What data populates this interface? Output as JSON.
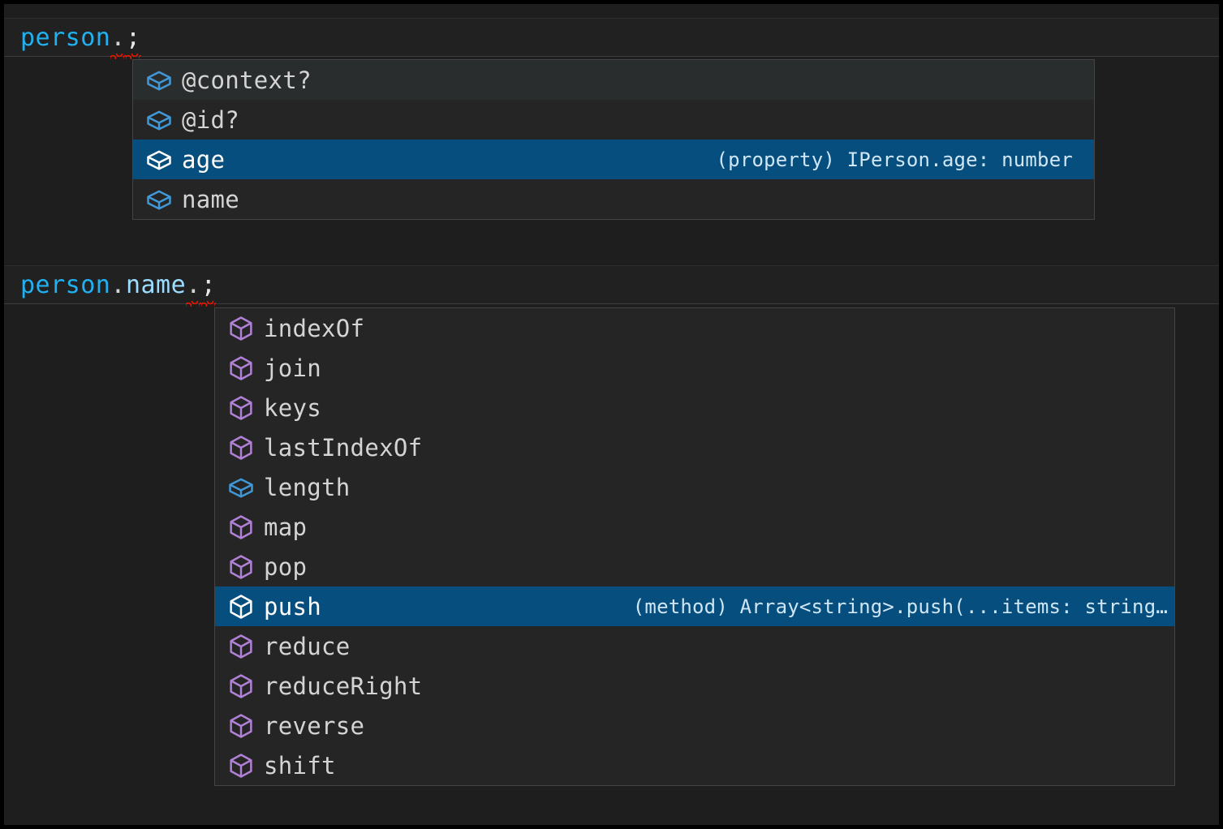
{
  "editor": {
    "theme_background": "#1e1e1e",
    "selection_color": "#064e7d",
    "error_squiggle_color": "#e51400",
    "lines": [
      {
        "id": "line-1",
        "segments": [
          {
            "text": "person",
            "kind": "variable",
            "color": "#21b1f0"
          },
          {
            "text": ".",
            "kind": "punctuation",
            "color": "#d4d4d4",
            "error": true
          },
          {
            "text": ";",
            "kind": "punctuation",
            "color": "#e8e8e8",
            "error": true
          }
        ],
        "plain": "person.;"
      },
      {
        "id": "line-2",
        "segments": [
          {
            "text": "person",
            "kind": "variable",
            "color": "#21b1f0"
          },
          {
            "text": ".",
            "kind": "punctuation",
            "color": "#d4d4d4"
          },
          {
            "text": "name",
            "kind": "property",
            "color": "#9cdcfe"
          },
          {
            "text": ".",
            "kind": "punctuation",
            "color": "#d4d4d4",
            "error": true
          },
          {
            "text": ";",
            "kind": "punctuation",
            "color": "#e8e8e8",
            "error": true
          }
        ],
        "plain": "person.name.;"
      }
    ]
  },
  "popups": [
    {
      "id": "popup-member",
      "name": "member-suggestions",
      "items": [
        {
          "label": "@context?",
          "icon": "property-cube-icon",
          "icon_color": "#4098d7",
          "state": "hovered",
          "detail": ""
        },
        {
          "label": "@id?",
          "icon": "property-cube-icon",
          "icon_color": "#4098d7",
          "state": "normal",
          "detail": ""
        },
        {
          "label": "age",
          "icon": "property-cube-icon",
          "icon_color": "#ffffff",
          "state": "selected",
          "detail": "(property) IPerson.age: number"
        },
        {
          "label": "name",
          "icon": "property-cube-icon",
          "icon_color": "#4098d7",
          "state": "normal",
          "detail": ""
        }
      ]
    },
    {
      "id": "popup-array",
      "name": "array-method-suggestions",
      "items": [
        {
          "label": "indexOf",
          "icon": "method-cube-icon",
          "icon_color": "#b180d7",
          "state": "normal",
          "detail": ""
        },
        {
          "label": "join",
          "icon": "method-cube-icon",
          "icon_color": "#b180d7",
          "state": "normal",
          "detail": ""
        },
        {
          "label": "keys",
          "icon": "method-cube-icon",
          "icon_color": "#b180d7",
          "state": "normal",
          "detail": ""
        },
        {
          "label": "lastIndexOf",
          "icon": "method-cube-icon",
          "icon_color": "#b180d7",
          "state": "normal",
          "detail": ""
        },
        {
          "label": "length",
          "icon": "property-cube-icon",
          "icon_color": "#4098d7",
          "state": "normal",
          "detail": ""
        },
        {
          "label": "map",
          "icon": "method-cube-icon",
          "icon_color": "#b180d7",
          "state": "normal",
          "detail": ""
        },
        {
          "label": "pop",
          "icon": "method-cube-icon",
          "icon_color": "#b180d7",
          "state": "normal",
          "detail": ""
        },
        {
          "label": "push",
          "icon": "method-cube-icon",
          "icon_color": "#ffffff",
          "state": "selected",
          "detail": "(method) Array<string>.push(...items: string…"
        },
        {
          "label": "reduce",
          "icon": "method-cube-icon",
          "icon_color": "#b180d7",
          "state": "normal",
          "detail": ""
        },
        {
          "label": "reduceRight",
          "icon": "method-cube-icon",
          "icon_color": "#b180d7",
          "state": "normal",
          "detail": ""
        },
        {
          "label": "reverse",
          "icon": "method-cube-icon",
          "icon_color": "#b180d7",
          "state": "normal",
          "detail": ""
        },
        {
          "label": "shift",
          "icon": "method-cube-icon",
          "icon_color": "#b180d7",
          "state": "normal",
          "detail": ""
        }
      ]
    }
  ]
}
